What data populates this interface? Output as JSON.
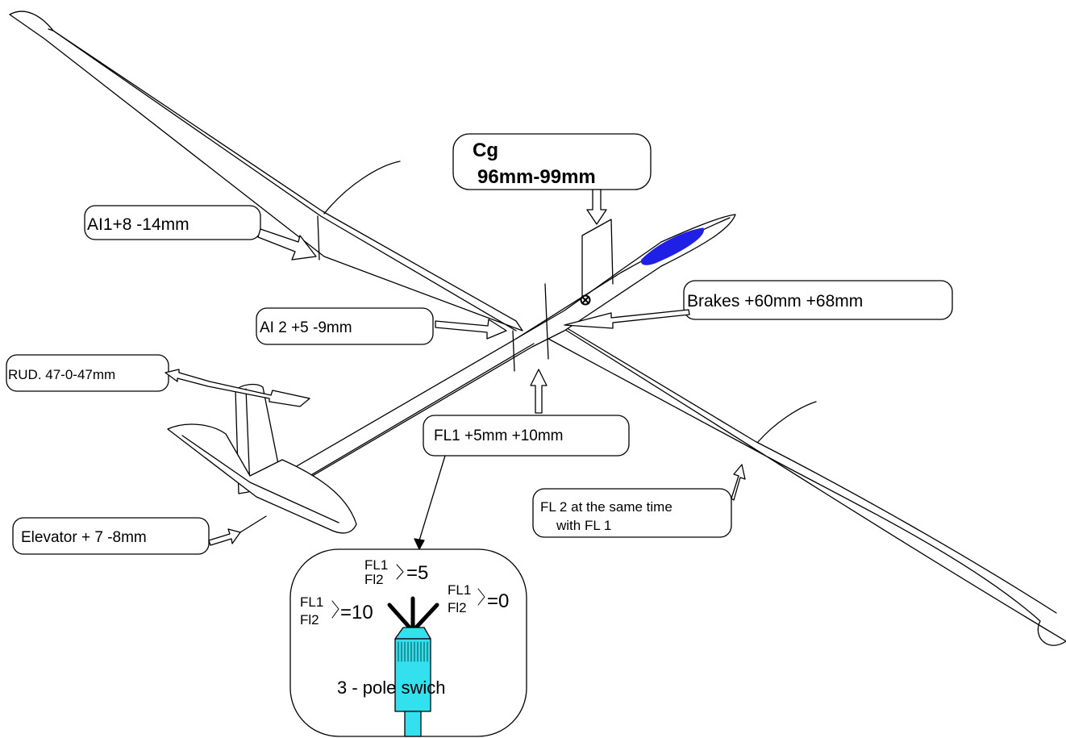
{
  "cg": {
    "title": "Cg",
    "range": "96mm-99mm"
  },
  "labels": {
    "aileron1": "AI1+8 -14mm",
    "aileron2": "AI  2 +5 -9mm",
    "rudder": "RUD. 47-0-47mm",
    "brakes": "Brakes  +60mm   +68mm",
    "flap1": "FL1 +5mm +10mm",
    "flap2_line1": "FL 2  at the same time",
    "flap2_line2": "with    FL 1",
    "elevator": "Elevator  + 7  -8mm"
  },
  "switch": {
    "caption": "3 - pole swich",
    "fl1": "FL1",
    "fl2": "Fl2",
    "pos_left": "=10",
    "pos_center": "=5",
    "pos_right": "=0"
  },
  "colors": {
    "canopy": "#1f1fe6",
    "switch": "#33e0ee",
    "line": "#000000",
    "fill": "#ffffff"
  }
}
